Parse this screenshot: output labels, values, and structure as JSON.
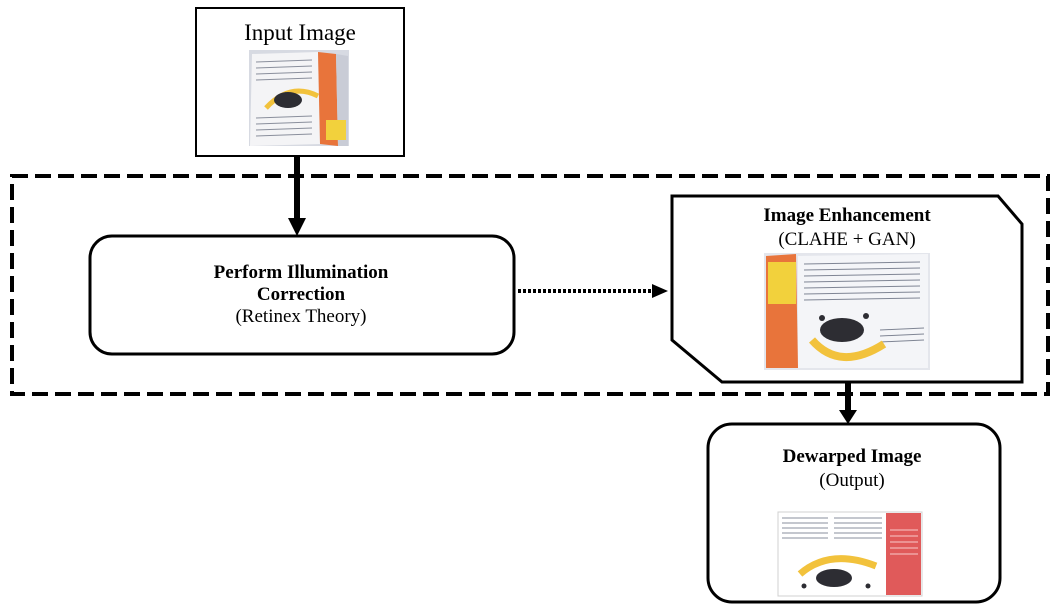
{
  "input_node": {
    "title": "Input Image"
  },
  "illumination_node": {
    "title_line1": "Perform Illumination",
    "title_line2": "Correction",
    "subtitle": "(Retinex Theory)"
  },
  "enhancement_node": {
    "title": "Image Enhancement",
    "subtitle": "(CLAHE + GAN)"
  },
  "output_node": {
    "title": "Dewarped Image",
    "subtitle": "(Output)"
  },
  "colors": {
    "document_orange": "#e8743b",
    "document_yellow": "#f2d13c",
    "output_red": "#e05a5a",
    "paper_white": "#f4f4f6",
    "paper_shade": "#c9ccd6"
  }
}
